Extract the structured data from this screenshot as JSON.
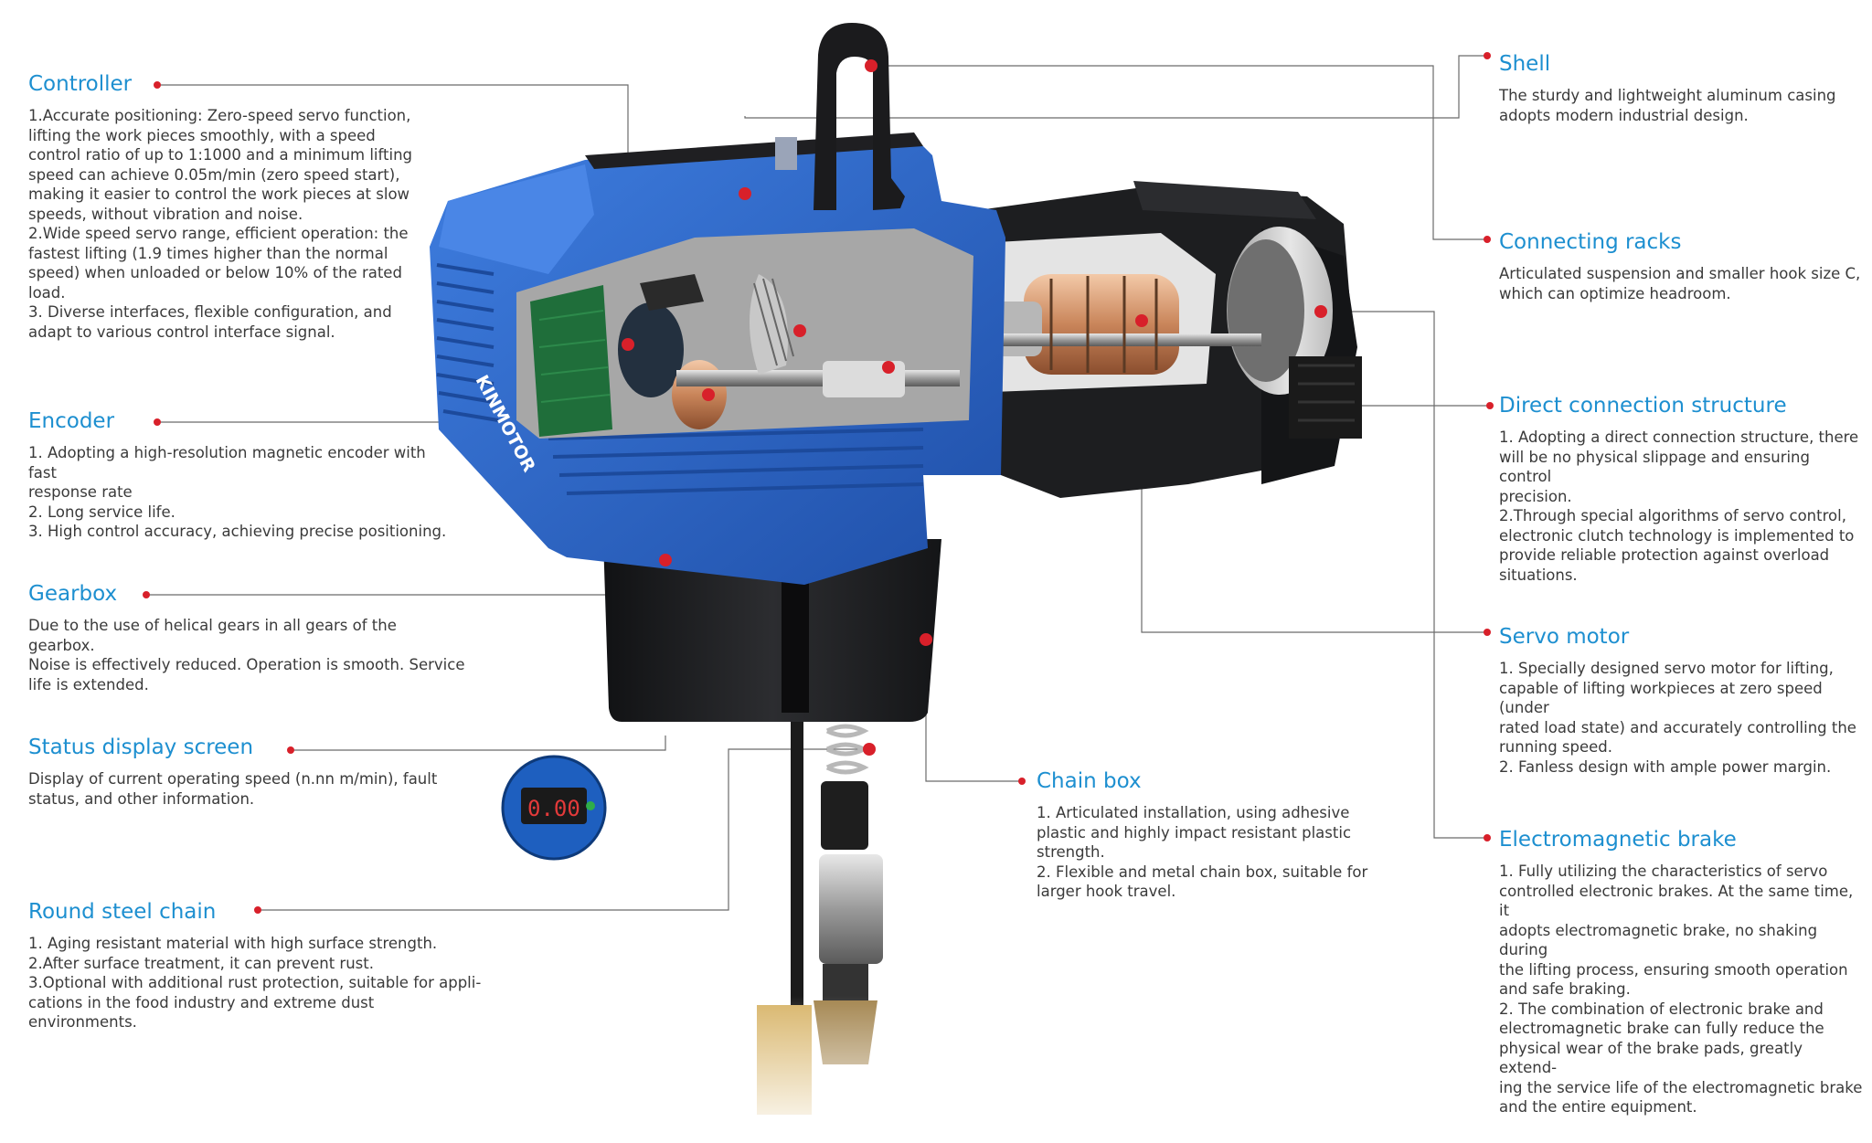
{
  "brand": {
    "logo_text": "KINMOTOR",
    "display_digits": "0.00"
  },
  "colors": {
    "accent": "#1d8fd0",
    "leader_dot": "#d8202a",
    "leader_line": "#6b6b6b",
    "housing_blue": "#2f66c8",
    "housing_black": "#1d1e20",
    "body_text": "#3a3a3a"
  },
  "callouts": {
    "controller": {
      "title": "Controller",
      "lines": [
        "1.Accurate positioning: Zero-speed servo function,",
        "lifting the work pieces smoothly, with a speed",
        "control ratio of up to 1:1000 and a minimum lifting",
        "speed can achieve 0.05m/min (zero speed start),",
        "making it easier to control the work pieces at slow",
        "speeds, without vibration and noise.",
        "2.Wide speed servo range, efficient operation: the",
        "fastest lifting (1.9 times higher than the normal",
        "speed) when unloaded or below 10% of the rated",
        "load.",
        "3. Diverse interfaces, flexible configuration, and",
        "adapt to various control interface signal."
      ]
    },
    "encoder": {
      "title": "Encoder",
      "lines": [
        "1. Adopting a high-resolution magnetic encoder with fast",
        "response rate",
        "2. Long service life.",
        "3. High control accuracy, achieving precise positioning."
      ]
    },
    "gearbox": {
      "title": "Gearbox",
      "lines": [
        "Due to the use of helical gears in all gears of the gearbox.",
        "Noise is effectively reduced. Operation is smooth. Service",
        "life is extended."
      ]
    },
    "status_display": {
      "title": "Status display screen",
      "lines": [
        "Display of current operating speed (n.nn m/min), fault",
        "status, and other information."
      ]
    },
    "round_steel_chain": {
      "title": "Round steel chain",
      "lines": [
        "1. Aging resistant material with high surface strength.",
        "2.After surface treatment, it can prevent rust.",
        "3.Optional with additional rust protection, suitable for appli-",
        "cations in the food industry and extreme dust environments."
      ]
    },
    "shell": {
      "title": "Shell",
      "lines": [
        "The sturdy and lightweight aluminum casing",
        "adopts modern industrial design."
      ]
    },
    "connecting_racks": {
      "title": "Connecting racks",
      "lines": [
        "Articulated suspension and smaller hook size C,",
        "which can optimize headroom."
      ]
    },
    "direct_connection": {
      "title": "Direct connection structure",
      "lines": [
        "1. Adopting a direct connection structure, there",
        "will be no physical slippage and ensuring control",
        "precision.",
        "2.Through special algorithms of servo control,",
        "electronic clutch technology is implemented to",
        "provide reliable protection against overload",
        "situations."
      ]
    },
    "servo_motor": {
      "title": "Servo motor",
      "lines": [
        "1. Specially designed servo motor for lifting,",
        "capable of lifting workpieces at zero speed (under",
        "rated load state) and accurately controlling the",
        "running speed.",
        "2. Fanless design with ample power margin."
      ]
    },
    "electromagnetic_brake": {
      "title": "Electromagnetic brake",
      "lines": [
        "1. Fully utilizing the characteristics of servo",
        "controlled electronic brakes. At the same time, it",
        "adopts electromagnetic brake, no shaking during",
        "the lifting process, ensuring smooth operation",
        "and safe braking.",
        "2. The combination of electronic brake and",
        "electromagnetic brake can fully reduce the",
        "physical wear of the brake pads, greatly extend-",
        "ing the service life of the electromagnetic brake",
        "and the entire equipment."
      ]
    },
    "chain_box": {
      "title": "Chain box",
      "lines": [
        "1. Articulated installation, using adhesive",
        "plastic and highly impact resistant plastic",
        "strength.",
        "2. Flexible and metal chain box, suitable for",
        "larger hook travel."
      ]
    }
  }
}
